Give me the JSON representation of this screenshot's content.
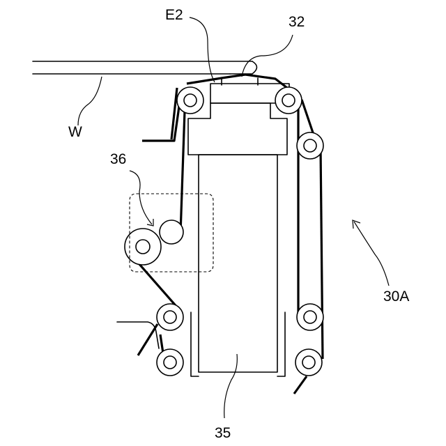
{
  "labels": {
    "e2": "E2",
    "head": "32",
    "web": "W",
    "unit": "36",
    "device": "30A",
    "frame": "35"
  }
}
